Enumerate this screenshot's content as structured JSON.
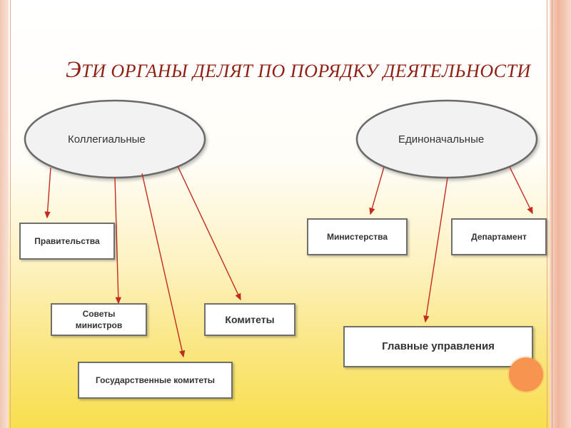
{
  "slide": {
    "title_first": "Э",
    "title_rest": "ТИ ОРГАНЫ ДЕЛЯТ ПО ПОРЯДКУ ДЕЯТЕЛЬНОСТИ"
  },
  "nodes": {
    "collegial": "Коллегиальные",
    "sole": "Единоначальные"
  },
  "boxes": {
    "governments": "Правительства",
    "councils_line1": "Советы",
    "councils_line2": "министров",
    "state_committees": "Государственные комитеты",
    "committees": "Комитеты",
    "ministries": "Министерства",
    "department": "Департамент",
    "main_directorates": "Главные управления"
  },
  "colors": {
    "title": "#8e1f12",
    "arrow": "#c62a1f",
    "accent_circle": "#f7944f"
  }
}
